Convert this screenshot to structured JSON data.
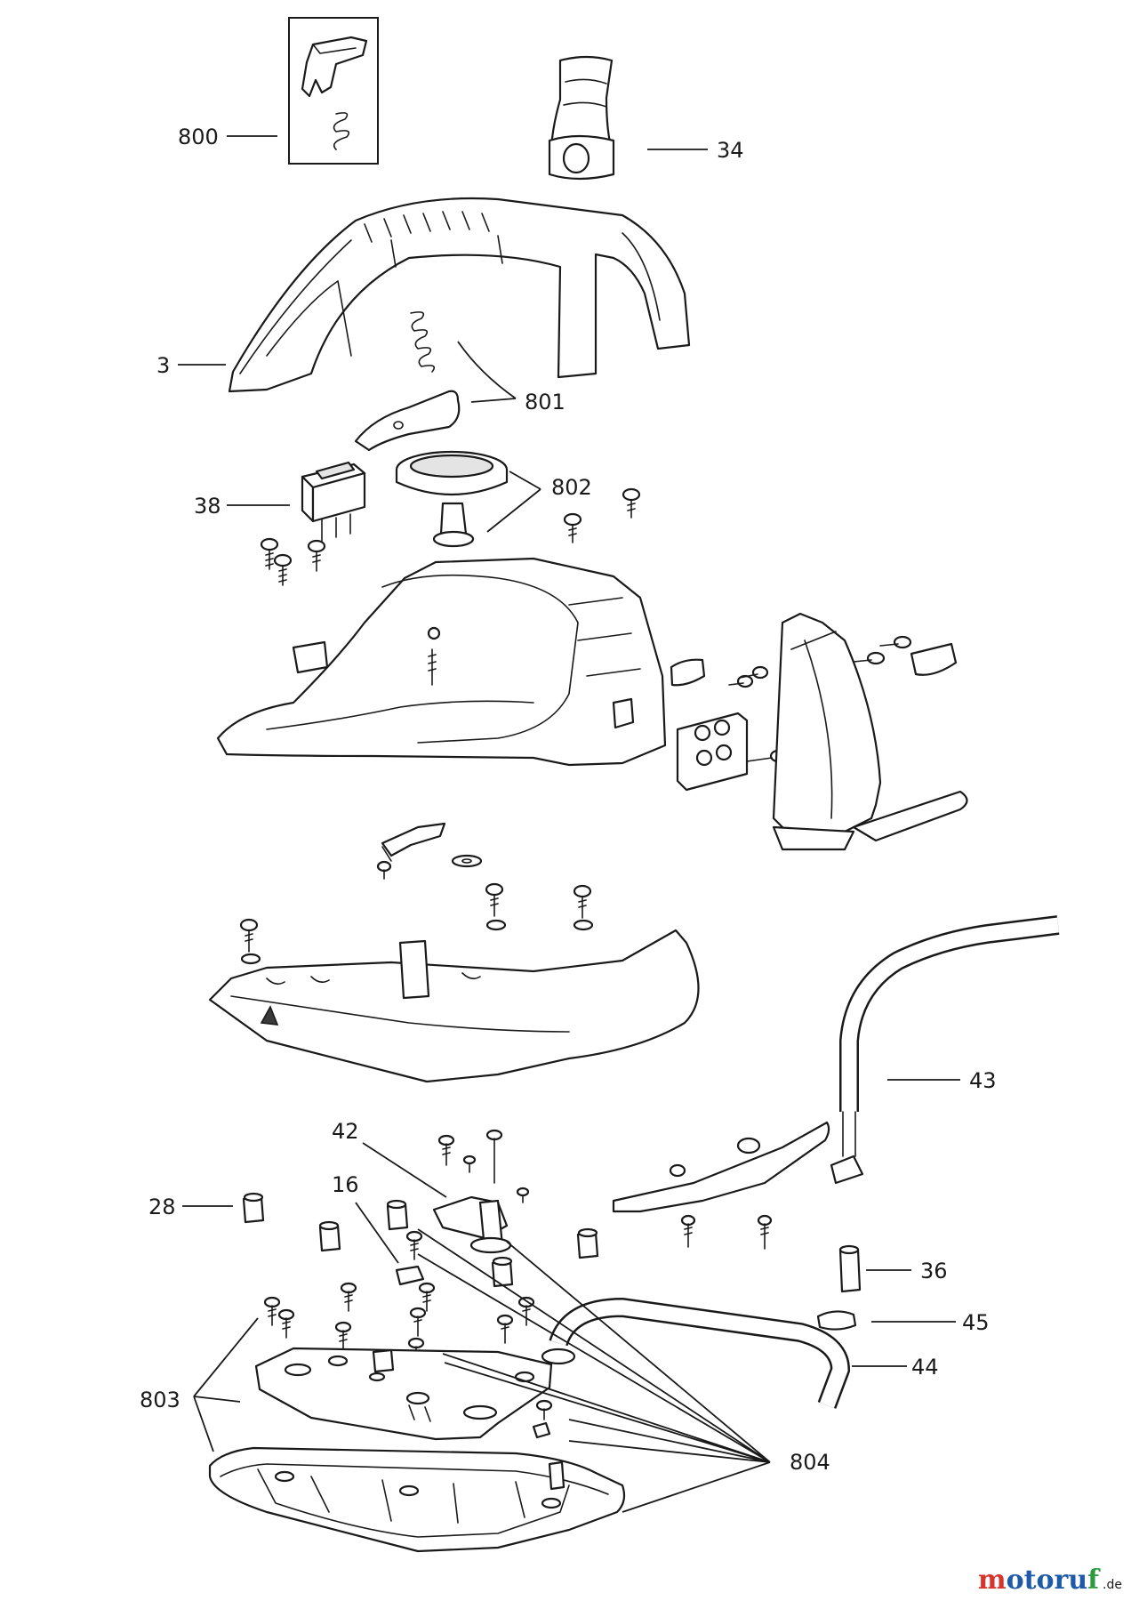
{
  "callouts": {
    "c800": "800",
    "c34": "34",
    "c3": "3",
    "c801": "801",
    "c38": "38",
    "c802": "802",
    "c43": "43",
    "c42": "42",
    "c16": "16",
    "c28": "28",
    "c36": "36",
    "c45": "45",
    "c44": "44",
    "c803": "803",
    "c804": "804"
  },
  "watermark": {
    "brand": "motoruf",
    "suffix": ".de"
  },
  "colors": {
    "line": "#1a1a1a",
    "logo_m": "#d9342b",
    "logo_main": "#1f5aa8",
    "logo_f": "#2d9a3f"
  }
}
